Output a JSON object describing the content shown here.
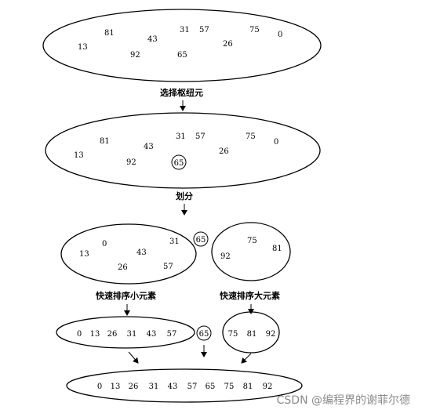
{
  "stages": [
    {
      "id": "s1",
      "numbers": [
        "81",
        "13",
        "43",
        "92",
        "31",
        "57",
        "65",
        "26",
        "75",
        "0"
      ]
    },
    {
      "id": "s2",
      "numbers": [
        "81",
        "13",
        "43",
        "92",
        "31",
        "57",
        "26",
        "75",
        "0"
      ],
      "pivot": "65"
    },
    {
      "id": "s3",
      "left_numbers": [
        "0",
        "13",
        "43",
        "31",
        "26",
        "57"
      ],
      "pivot": "65",
      "right_numbers": [
        "75",
        "81",
        "92"
      ]
    },
    {
      "id": "s4",
      "left_numbers": [
        "0",
        "13",
        "26",
        "31",
        "43",
        "57"
      ],
      "pivot": "65",
      "right_numbers": [
        "75",
        "81",
        "92"
      ]
    },
    {
      "id": "s5",
      "numbers": [
        "0",
        "13",
        "26",
        "31",
        "43",
        "57",
        "65",
        "75",
        "81",
        "92"
      ]
    }
  ],
  "labels": {
    "select_pivot": "选择枢纽元",
    "partition": "划分",
    "sort_small": "快速排序小元素",
    "sort_large": "快速排序大元素"
  },
  "watermark": "CSDN @编程界的谢菲尔德"
}
